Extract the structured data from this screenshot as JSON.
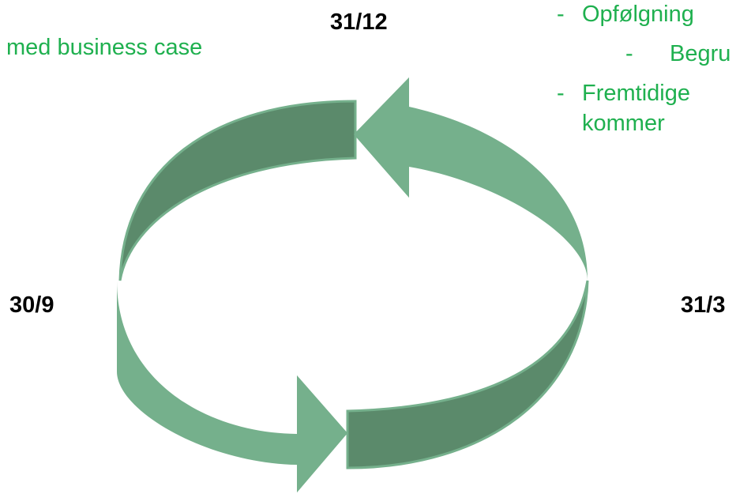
{
  "colors": {
    "accent_text": "#1fb04f",
    "arrow_light": "#75b08c",
    "arrow_dark": "#5b8a6b",
    "label_text": "#000000"
  },
  "left_note": {
    "text": "med business case"
  },
  "dates": {
    "top": "31/12",
    "left": "30/9",
    "right": "31/3"
  },
  "right_notes": {
    "bullet_1": "Opfølgning",
    "sub_bullet_1": "Begru",
    "bullet_2_line_1": "Fremtidige",
    "bullet_2_line_2": "kommer",
    "dash": "-"
  },
  "diagram": {
    "icon": "circular-arrows-icon"
  }
}
